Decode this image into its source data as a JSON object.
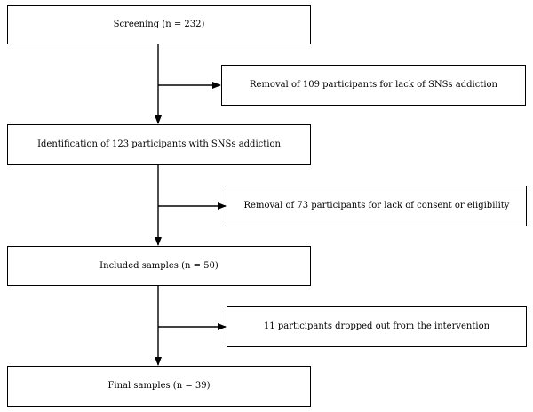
{
  "flowchart": {
    "screening": "Screening (n = 232)",
    "removal_1": "Removal of 109 participants for lack of SNSs addiction",
    "identification": "Identification of 123 participants with SNSs addiction",
    "removal_2": "Removal of 73 participants for lack of consent or eligibility",
    "included": "Included samples (n = 50)",
    "dropout": "11 participants dropped out from the intervention",
    "final": "Final samples (n = 39)"
  },
  "colors": {
    "line": "#000000",
    "box_fill": "#ffffff",
    "text": "#000000"
  }
}
